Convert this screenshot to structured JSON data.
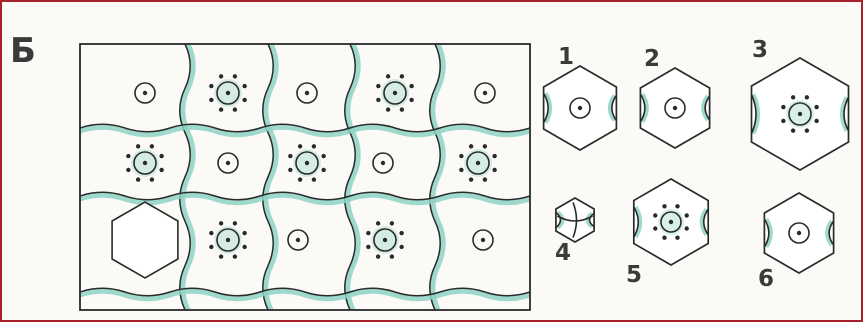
{
  "section_label": "Б",
  "grid": {
    "rows": [
      [
        "plain",
        "dotted",
        "plain",
        "dotted",
        "plain"
      ],
      [
        "dotted",
        "plain",
        "dotted",
        "plain",
        "dotted"
      ],
      [
        "missing",
        "dotted",
        "plain",
        "dotted",
        "plain"
      ]
    ]
  },
  "options": [
    {
      "number": "1",
      "pattern": "plain"
    },
    {
      "number": "2",
      "pattern": "plain"
    },
    {
      "number": "3",
      "pattern": "dotted"
    },
    {
      "number": "4",
      "pattern": "blank"
    },
    {
      "number": "5",
      "pattern": "dotted"
    },
    {
      "number": "6",
      "pattern": "plain"
    }
  ],
  "colors": {
    "frame": "#a8202a",
    "ink": "#2a2a2a",
    "teal": "#8ed2c4"
  }
}
